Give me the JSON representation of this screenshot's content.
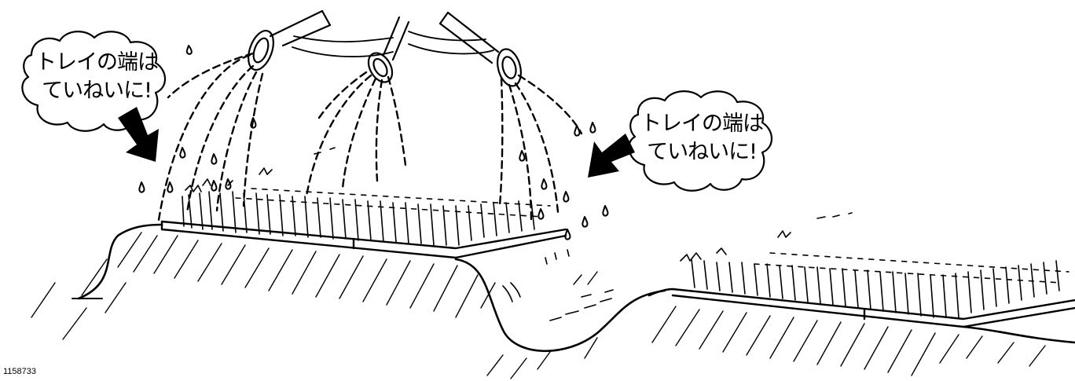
{
  "callouts": {
    "left": {
      "line1": "トレイの端は",
      "line2": "ていねいに!"
    },
    "right": {
      "line1": "トレイの端は",
      "line2": "ていねいに!"
    }
  },
  "figure_id": "1158733",
  "icons": [
    "watering-can-rose-icon",
    "water-droplet-icon",
    "arrow-icon",
    "speech-cloud-icon"
  ],
  "colors": {
    "ink": "#000000",
    "background": "#ffffff"
  }
}
